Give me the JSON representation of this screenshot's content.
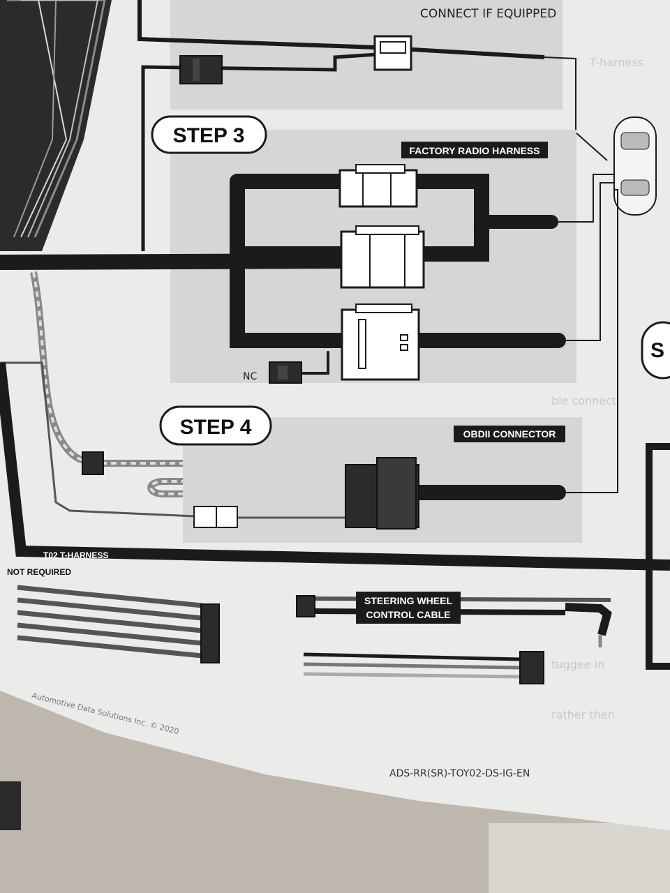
{
  "header": {
    "connect_if_equipped": "CONNECT IF EQUIPPED"
  },
  "steps": {
    "step3": {
      "label": "STEP 3",
      "panel_title": "FACTORY RADIO HARNESS",
      "nc_label": "NC"
    },
    "step4": {
      "label": "STEP 4",
      "panel_title": "OBDII CONNECTOR"
    }
  },
  "harness": {
    "t_harness_label": "T02 T-HARNESS",
    "not_required_label": "NOT REQUIRED"
  },
  "steering": {
    "line1": "STEERING WHEEL",
    "line2": "CONTROL CABLE"
  },
  "footer": {
    "copyright": "Automotive Data Solutions Inc. © 2020",
    "doc_code": "ADS-RR(SR)-TOY02-DS-IG-EN"
  },
  "right_edge": {
    "step_fragment": "S",
    "bleed_texts": [
      "T-harness",
      "ble connect",
      "tuggee in",
      "rather then"
    ]
  },
  "colors": {
    "paper": "#ebebe9",
    "panel": "#d6d6d4",
    "ink": "#1b1b1b",
    "floor": "#b9b3aa"
  }
}
